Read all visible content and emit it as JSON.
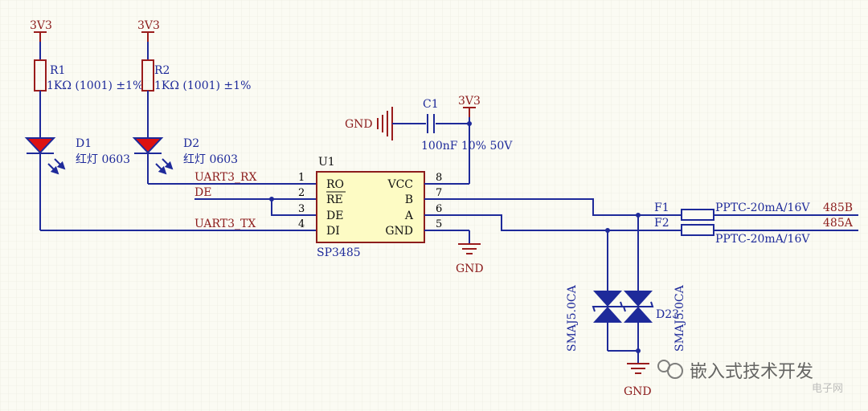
{
  "power": {
    "vcc_label": "3V3",
    "gnd_label": "GND"
  },
  "resistors": [
    {
      "ref": "R1",
      "value": "1KΩ (1001) ±1%"
    },
    {
      "ref": "R2",
      "value": "1KΩ (1001) ±1%"
    }
  ],
  "leds": [
    {
      "ref": "D1",
      "value": "红灯 0603"
    },
    {
      "ref": "D2",
      "value": "红灯 0603"
    }
  ],
  "capacitor": {
    "ref": "C1",
    "value": "100nF 10% 50V"
  },
  "chip": {
    "ref": "U1",
    "part": "SP3485",
    "left_pins": [
      {
        "num": "1",
        "name": "RO"
      },
      {
        "num": "2",
        "name": "RE"
      },
      {
        "num": "3",
        "name": "DE"
      },
      {
        "num": "4",
        "name": "DI"
      }
    ],
    "right_pins": [
      {
        "num": "8",
        "name": "VCC"
      },
      {
        "num": "7",
        "name": "B"
      },
      {
        "num": "6",
        "name": "A"
      },
      {
        "num": "5",
        "name": "GND"
      }
    ]
  },
  "nets": {
    "rx": "UART3_RX",
    "de": "DE",
    "tx": "UART3_TX",
    "b_out": "485B",
    "a_out": "485A"
  },
  "fuses": [
    {
      "ref": "F1",
      "value": "PPTC-20mA/16V"
    },
    {
      "ref": "F2",
      "value": "PPTC-20mA/16V"
    }
  ],
  "tvs": {
    "ref": "D23",
    "left_value": "SMAJ5.0CA",
    "right_value": "SMAJ5.0CA"
  },
  "watermark": {
    "channel": "嵌入式技术开发",
    "site": "电子网"
  }
}
